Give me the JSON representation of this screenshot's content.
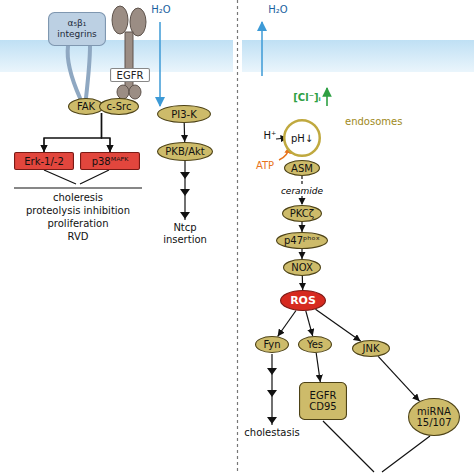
{
  "diagram": {
    "nodes": [
      {
        "text": [
          "α₅β₁ integrins"
        ]
      },
      {
        "text": [
          "EGFR"
        ]
      },
      {
        "text": [
          "FAK"
        ]
      },
      {
        "text": [
          "c-Src"
        ]
      },
      {
        "text": [
          "PI3-K"
        ]
      },
      {
        "text": [
          "PKB/Akt"
        ]
      },
      {
        "text": [
          "Erk-1/-2"
        ]
      },
      {
        "text": [
          "p38ᴹᴬᴾᴷ"
        ]
      },
      {
        "text": [
          "endosomes",
          "pH↓"
        ]
      },
      {
        "text": [
          "ASM"
        ]
      },
      {
        "text": [
          "PKCζ"
        ]
      },
      {
        "text": [
          "p47ᵖʰᵒˣ"
        ]
      },
      {
        "text": [
          "NOX"
        ]
      },
      {
        "text": [
          "ROS"
        ]
      },
      {
        "text": [
          "Fyn"
        ]
      },
      {
        "text": [
          "Yes"
        ]
      },
      {
        "text": [
          "JNK"
        ]
      },
      {
        "text": [
          "EGFR CD95"
        ]
      },
      {
        "text": [
          "miRNA 15/107"
        ]
      }
    ],
    "edges": [
      {
        "from": 2,
        "to": 6,
        "arrow": "to"
      },
      {
        "from": 2,
        "to": 7,
        "arrow": "to"
      },
      {
        "from": 3,
        "to": 6,
        "arrow": "to"
      },
      {
        "from": 3,
        "to": 7,
        "arrow": "to"
      },
      {
        "from": 4,
        "to": 5,
        "arrow": "to"
      },
      {
        "from": 9,
        "to": 10,
        "label": "ceramide",
        "arrow": "to"
      },
      {
        "from": 10,
        "to": 11,
        "arrow": "to"
      },
      {
        "from": 11,
        "to": 12,
        "arrow": "to"
      },
      {
        "from": 12,
        "to": 13,
        "arrow": "to"
      },
      {
        "from": 13,
        "to": 14,
        "arrow": "to"
      },
      {
        "from": 13,
        "to": 15,
        "arrow": "to"
      },
      {
        "from": 13,
        "to": 16,
        "arrow": "to"
      },
      {
        "from": 15,
        "to": 17,
        "arrow": "to"
      },
      {
        "from": 16,
        "to": 18,
        "arrow": "to"
      }
    ],
    "labels": [
      "H₂O",
      "choleresis",
      "proteolysis inhibition",
      "proliferation",
      "RVD",
      "Ntcp insertion",
      "H₂O",
      "[Cl⁻]ᵢ",
      "H⁺",
      "ATP",
      "cholestasis"
    ]
  }
}
